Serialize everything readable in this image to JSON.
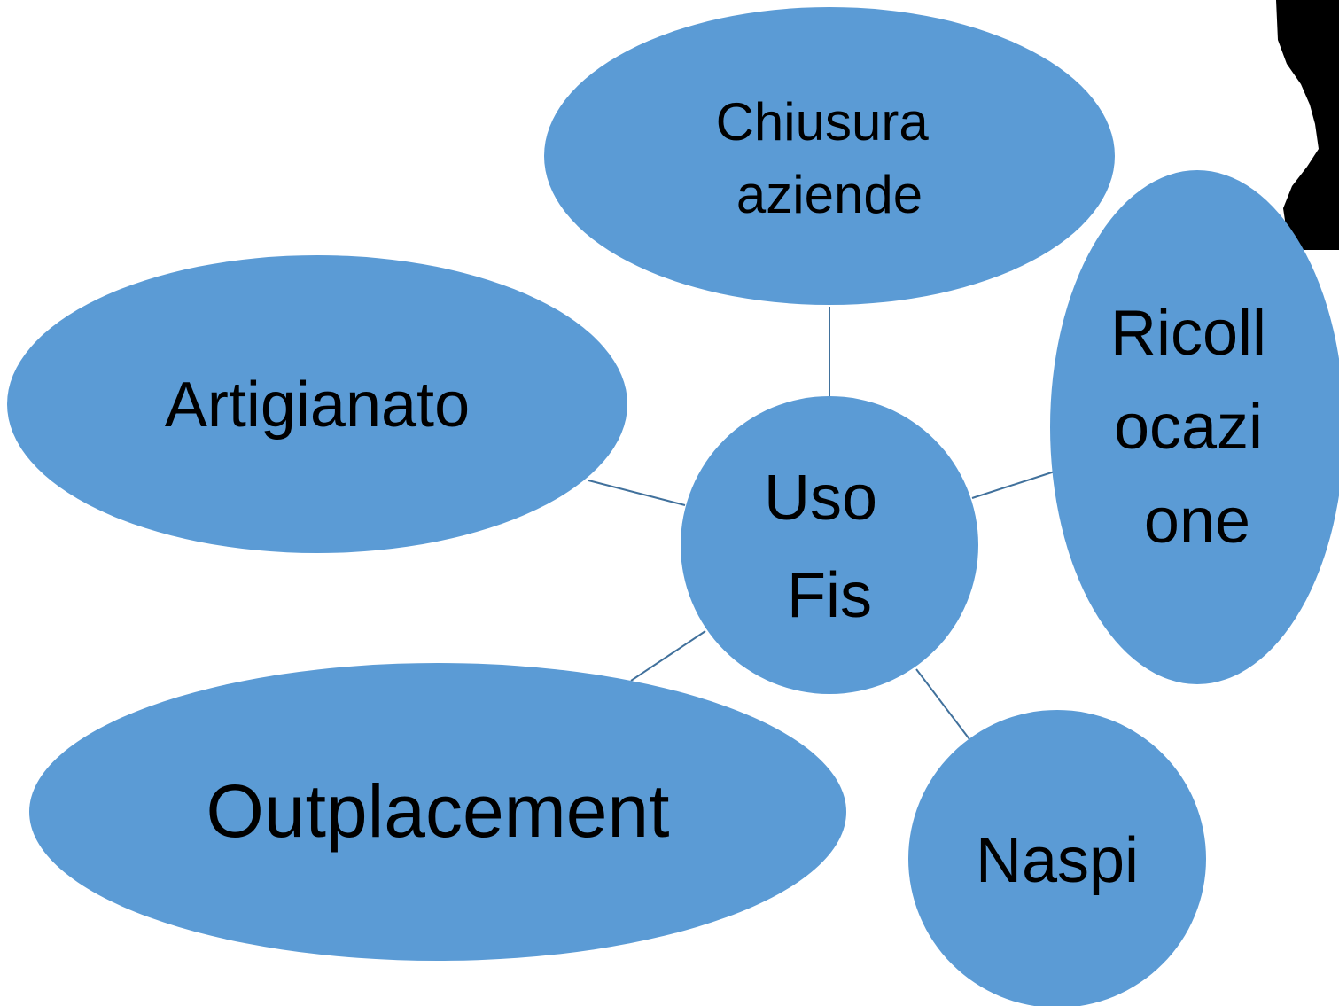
{
  "diagram": {
    "center": {
      "lines": [
        "Uso",
        "Fis"
      ]
    },
    "nodes": {
      "chiusura": {
        "lines": [
          "Chiusura",
          "aziende"
        ]
      },
      "artigianato": {
        "lines": [
          "Artigianato"
        ]
      },
      "ricollocazione": {
        "lines": [
          "Ricoll",
          "ocazi",
          "one"
        ]
      },
      "outplacement": {
        "lines": [
          "Outplacement"
        ]
      },
      "naspi": {
        "lines": [
          "Naspi"
        ]
      }
    },
    "colors": {
      "node_fill": "#5b9bd5",
      "connector": "#41719c",
      "text": "#000000",
      "silhouette": "#000000"
    },
    "decorations": {
      "corner_image": "person-silhouette"
    }
  }
}
